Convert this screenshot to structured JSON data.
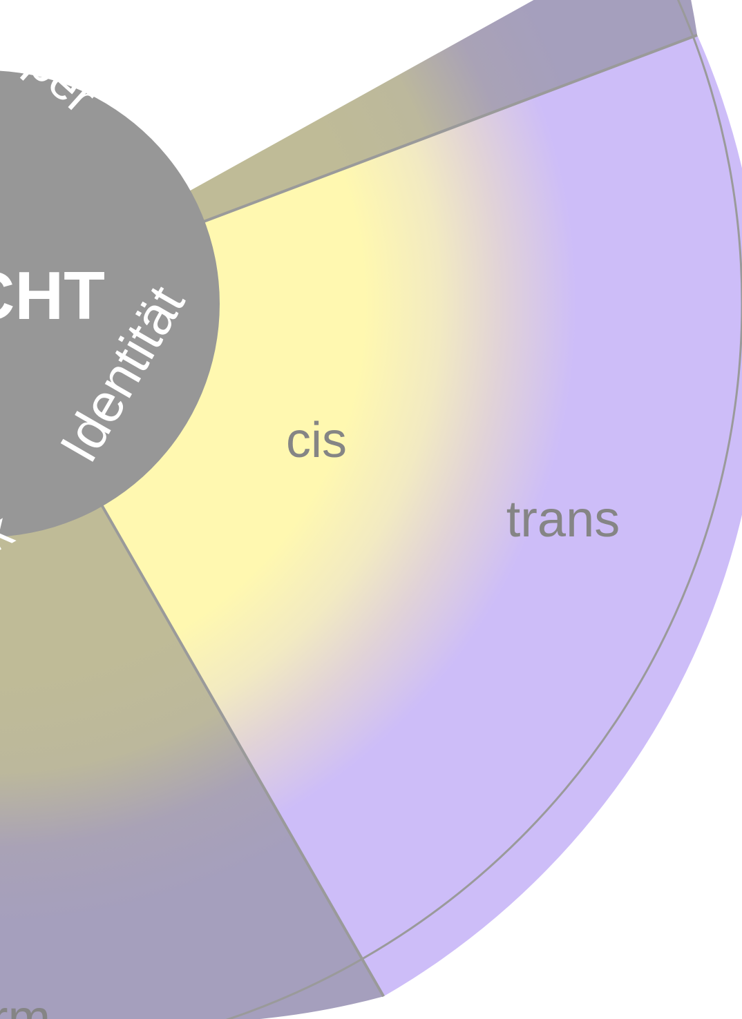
{
  "diagram": {
    "hub_title_fragment": "CHT",
    "hub_labels": {
      "top": "rper",
      "right": "Identität",
      "lower_left": "k"
    },
    "ring_labels": {
      "inner": "cis",
      "outer": "trans",
      "bottom_partial": "rm"
    },
    "colors": {
      "hub": "#979797",
      "cis_yellow": "#fff8b0",
      "trans_lavender": "#cdbdf8",
      "olive": "#bfbb97",
      "muted_purple": "#a59fbd",
      "divider": "#9a9a9a",
      "label_gray": "#858585",
      "hub_text": "#ffffff"
    }
  }
}
